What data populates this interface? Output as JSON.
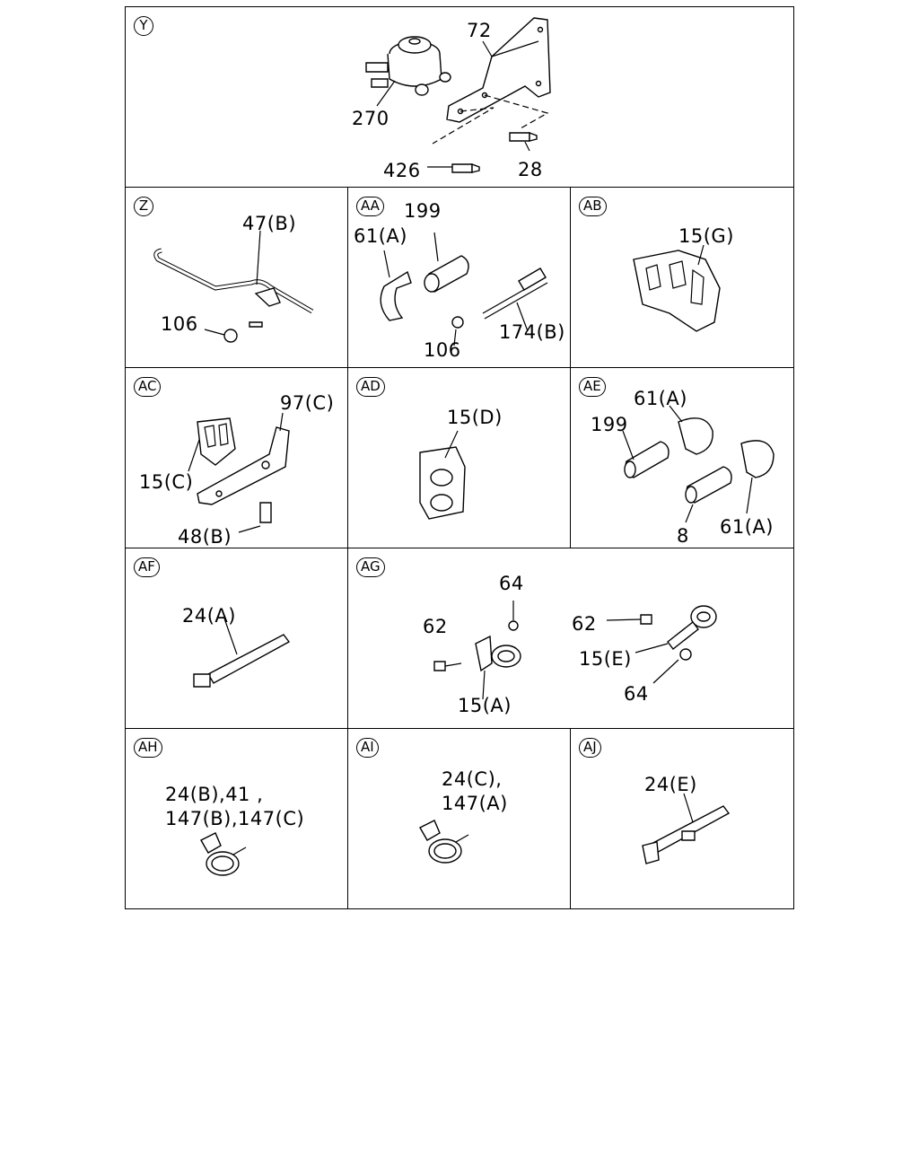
{
  "panels": {
    "Y": {
      "badge": "Y",
      "labels": [
        "72",
        "270",
        "426",
        "28"
      ]
    },
    "Z": {
      "badge": "Z",
      "labels": [
        "47(B)",
        "106"
      ]
    },
    "AA": {
      "badge": "AA",
      "labels": [
        "199",
        "61(A)",
        "106",
        "174(B)"
      ]
    },
    "AB": {
      "badge": "AB",
      "labels": [
        "15(G)"
      ]
    },
    "AC": {
      "badge": "AC",
      "labels": [
        "97(C)",
        "15(C)",
        "48(B)"
      ]
    },
    "AD": {
      "badge": "AD",
      "labels": [
        "15(D)"
      ]
    },
    "AE": {
      "badge": "AE",
      "labels": [
        "61(A)",
        "199",
        "8",
        "61(A)"
      ]
    },
    "AF": {
      "badge": "AF",
      "labels": [
        "24(A)"
      ]
    },
    "AG": {
      "badge": "AG",
      "labels": [
        "64",
        "62",
        "15(A)",
        "62",
        "15(E)",
        "64"
      ]
    },
    "AH": {
      "badge": "AH",
      "labels": [
        "24(B),41 ,",
        "147(B),147(C)"
      ]
    },
    "AI": {
      "badge": "AI",
      "labels": [
        "24(C),",
        "147(A)"
      ]
    },
    "AJ": {
      "badge": "AJ",
      "labels": [
        "24(E)"
      ]
    }
  }
}
